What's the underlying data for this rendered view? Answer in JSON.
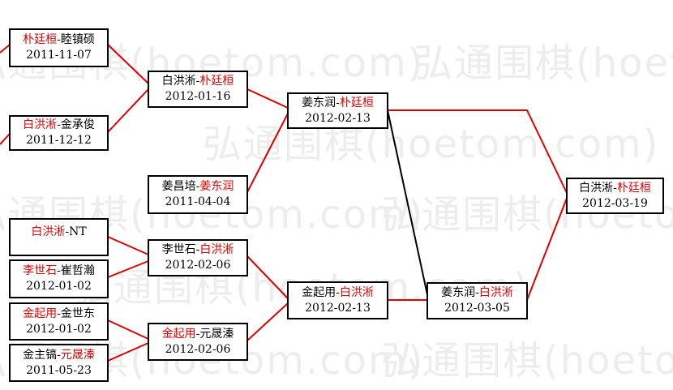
{
  "colors": {
    "winner": "#e00000",
    "line_red": "#e00000",
    "line_black": "#000000",
    "border": "#000000"
  },
  "watermark": {
    "text": "弘通围棋(hoetom.com)"
  },
  "matches": {
    "m1": {
      "p1": "朴廷桓",
      "sep": "-",
      "p2": "睦镇硕",
      "date": "2011-11-07",
      "winner": 1
    },
    "m2": {
      "p1": "白洪淅",
      "sep": "-",
      "p2": "金承俊",
      "date": "2011-12-12",
      "winner": 1
    },
    "m3": {
      "p1": "白洪淅",
      "sep": "-",
      "p2": "朴廷桓",
      "date": "2012-01-16",
      "winner": 2
    },
    "m4": {
      "p1": "姜昌培",
      "sep": "-",
      "p2": "姜东润",
      "date": "2011-04-04",
      "winner": 2
    },
    "m5": {
      "p1": "姜东润",
      "sep": "-",
      "p2": "朴廷桓",
      "date": "2012-02-13",
      "winner": 2
    },
    "m6": {
      "p1": "白洪淅",
      "sep": "-",
      "p2": "NT",
      "date": "",
      "winner": 1
    },
    "m7": {
      "p1": "李世石",
      "sep": "-",
      "p2": "崔哲瀚",
      "date": "2012-01-02",
      "winner": 1
    },
    "m8": {
      "p1": "李世石",
      "sep": "-",
      "p2": "白洪淅",
      "date": "2012-02-06",
      "winner": 2
    },
    "m9": {
      "p1": "金起用",
      "sep": "-",
      "p2": "金世东",
      "date": "2012-01-02",
      "winner": 1
    },
    "m10": {
      "p1": "金主镐",
      "sep": "-",
      "p2": "元晟溱",
      "date": "2011-05-23",
      "winner": 2
    },
    "m11": {
      "p1": "金起用",
      "sep": "-",
      "p2": "元晟溱",
      "date": "2012-02-06",
      "winner": 1
    },
    "m12": {
      "p1": "金起用",
      "sep": "-",
      "p2": "白洪淅",
      "date": "2012-02-13",
      "winner": 2
    },
    "m13": {
      "p1": "姜东润",
      "sep": "-",
      "p2": "白洪淅",
      "date": "2012-03-05",
      "winner": 2
    },
    "m14": {
      "p1": "白洪淅",
      "sep": "-",
      "p2": "朴廷桓",
      "date": "2012-03-19",
      "winner": 2
    }
  }
}
